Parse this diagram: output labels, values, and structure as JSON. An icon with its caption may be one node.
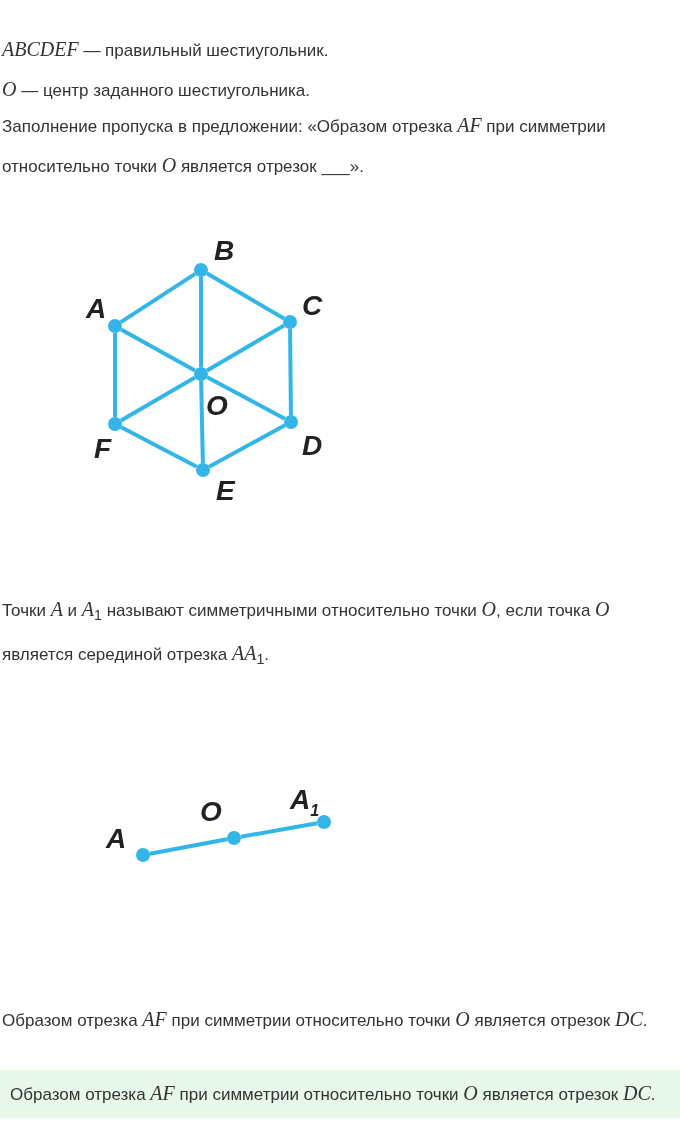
{
  "diagram": {
    "nodes": [
      {
        "text": [],
        "shape": "circle"
      },
      {
        "text": [],
        "shape": "circle"
      },
      {
        "text": [],
        "shape": "circle"
      },
      {
        "text": [],
        "shape": "circle"
      },
      {
        "text": [],
        "shape": "circle"
      },
      {
        "text": [],
        "shape": "circle"
      },
      {
        "text": [],
        "shape": "circle"
      },
      {
        "text": [],
        "shape": "circle"
      },
      {
        "text": [],
        "shape": "circle"
      },
      {
        "text": [],
        "shape": "circle"
      },
      {
        "text": [
          "Образом отрезка *AF* при симметрии относительно точки *O* является отрезок *DC*."
        ]
      }
    ],
    "edges": [
      {
        "from": 0,
        "to": 1,
        "arrow": "none"
      },
      {
        "from": 1,
        "to": 2,
        "arrow": "none"
      },
      {
        "from": 2,
        "to": 3,
        "arrow": "none"
      },
      {
        "from": 3,
        "to": 4,
        "arrow": "none"
      },
      {
        "from": 4,
        "to": 5,
        "arrow": "none"
      },
      {
        "from": 5,
        "to": 0,
        "arrow": "none"
      },
      {
        "from": 6,
        "to": 0,
        "arrow": "none"
      },
      {
        "from": 6,
        "to": 1,
        "arrow": "none"
      },
      {
        "from": 6,
        "to": 2,
        "arrow": "none"
      },
      {
        "from": 6,
        "to": 3,
        "arrow": "none"
      },
      {
        "from": 6,
        "to": 4,
        "arrow": "none"
      },
      {
        "from": 6,
        "to": 5,
        "arrow": "none"
      },
      {
        "from": 7,
        "to": 8,
        "arrow": "none"
      },
      {
        "from": 8,
        "to": 9,
        "arrow": "none"
      }
    ],
    "labels": [
      "*ABCDEF* — правильный шестиугольник.",
      "*O* — центр заданного шестиугольника.",
      "Заполнение пропуска в предложении: «Образом отрезка *AF* при симметрии относительно точки *O* является отрезок ___».",
      "B",
      "A",
      "C",
      "O",
      "F",
      "D",
      "E",
      "Точки *A* и *A*$_{1}$ называют симметричными относительно точки *O*, если точка *O* является серединой отрезка *AA*$_{1}$.",
      "A$_{1}$",
      "O",
      "A",
      "Образом отрезка *AF* при симметрии относительно точки *O* является отрезок *DC*."
    ]
  }
}
